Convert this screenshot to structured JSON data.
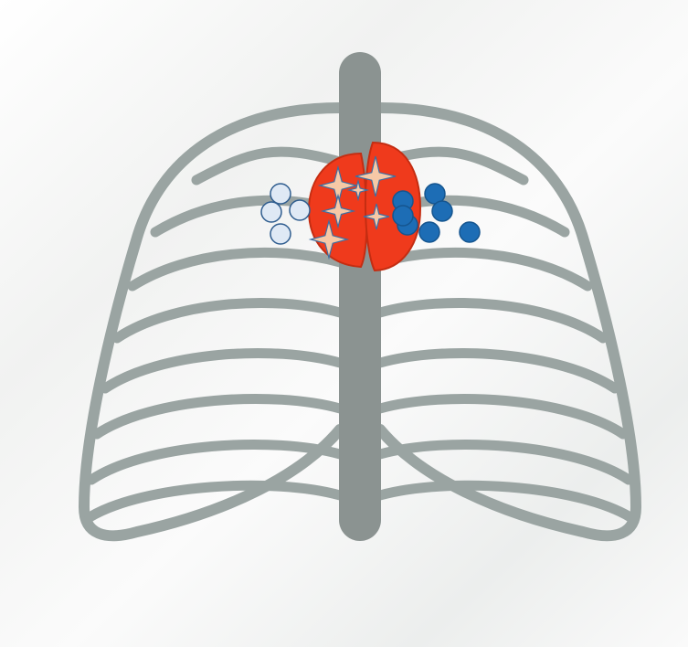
{
  "diagram": {
    "subject": "ribcage-with-thymus",
    "colors": {
      "background": "#f2f3f2",
      "bone": "#9aa4a2",
      "spine": "#8b9391",
      "thymus_fill": "#ef3a1c",
      "thymus_stroke": "#c42d12",
      "star_fill": "#f6c8a6",
      "star_stroke": "#3d6fa3",
      "open_circle_fill": "#dfe9f5",
      "open_circle_stroke": "#2f5d8f",
      "filled_circle_fill": "#1d6db5",
      "filled_circle_stroke": "#15558f"
    },
    "counts": {
      "stars": 6,
      "open_circles": 4,
      "filled_circles": 7
    }
  }
}
